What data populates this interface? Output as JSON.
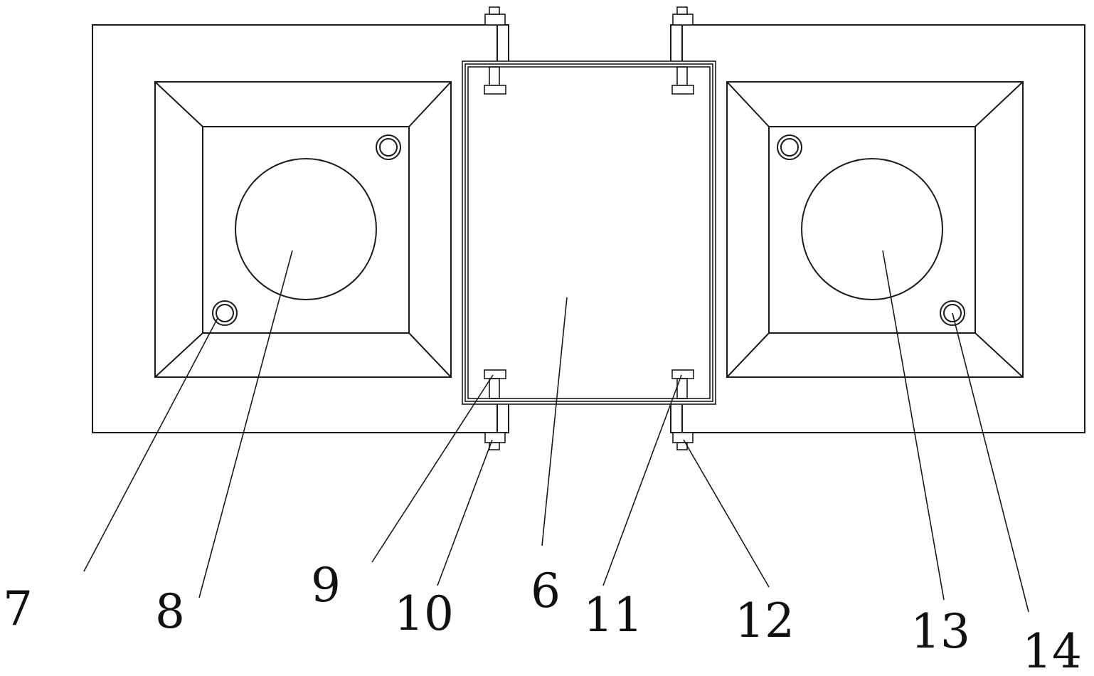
{
  "diagram": {
    "labels": [
      {
        "id": "7",
        "text": "7"
      },
      {
        "id": "8",
        "text": "8"
      },
      {
        "id": "9",
        "text": "9"
      },
      {
        "id": "10",
        "text": "10"
      },
      {
        "id": "6",
        "text": "6"
      },
      {
        "id": "11",
        "text": "11"
      },
      {
        "id": "12",
        "text": "12"
      },
      {
        "id": "13",
        "text": "13"
      },
      {
        "id": "14",
        "text": "14"
      }
    ]
  }
}
